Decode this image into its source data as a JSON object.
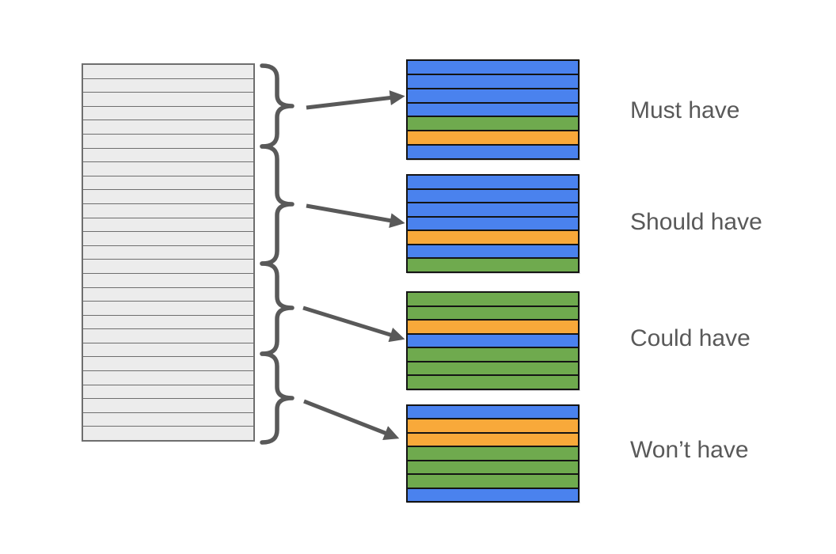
{
  "colors": {
    "blue": "#4a82ee",
    "green": "#6faa4e",
    "orange": "#f8a93a",
    "stroke": "#595959",
    "backlog_fill": "#ececec",
    "backlog_border": "#6e6e6e",
    "row_border": "#141414",
    "label_text": "#595959",
    "background": "#ffffff"
  },
  "backlog": {
    "row_count": 27
  },
  "groups": [
    {
      "id": "must-have",
      "label": "Must have",
      "rows": [
        "blue",
        "blue",
        "blue",
        "blue",
        "green",
        "orange",
        "blue"
      ]
    },
    {
      "id": "should-have",
      "label": "Should have",
      "rows": [
        "blue",
        "blue",
        "blue",
        "blue",
        "orange",
        "blue",
        "green"
      ]
    },
    {
      "id": "could-have",
      "label": "Could have",
      "rows": [
        "green",
        "green",
        "orange",
        "blue",
        "green",
        "green",
        "green"
      ]
    },
    {
      "id": "wont-have",
      "label": "Won’t have",
      "rows": [
        "blue",
        "orange",
        "orange",
        "green",
        "green",
        "green",
        "blue"
      ]
    }
  ]
}
